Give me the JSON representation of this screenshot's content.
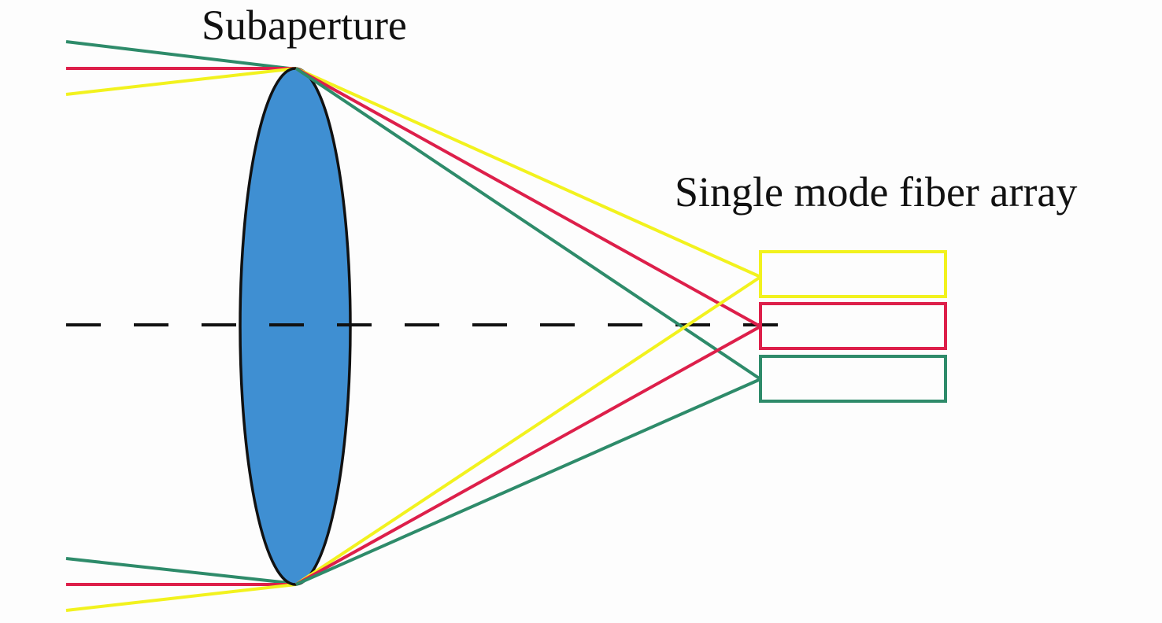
{
  "labels": {
    "lens": "Subaperture",
    "fiber_array": "Single mode fiber array"
  },
  "colors": {
    "background": "#fdfdfd",
    "lens_fill": "#3f8fd2",
    "lens_stroke": "#111111",
    "axis": "#111111",
    "ray_green": "#2e8b6a",
    "ray_red": "#dd1f4a",
    "ray_yellow": "#f2f21e"
  },
  "components": {
    "lens": "focusing-lens",
    "axis": "optical-axis",
    "fibers": [
      "fiber-yellow",
      "fiber-red",
      "fiber-green"
    ]
  }
}
